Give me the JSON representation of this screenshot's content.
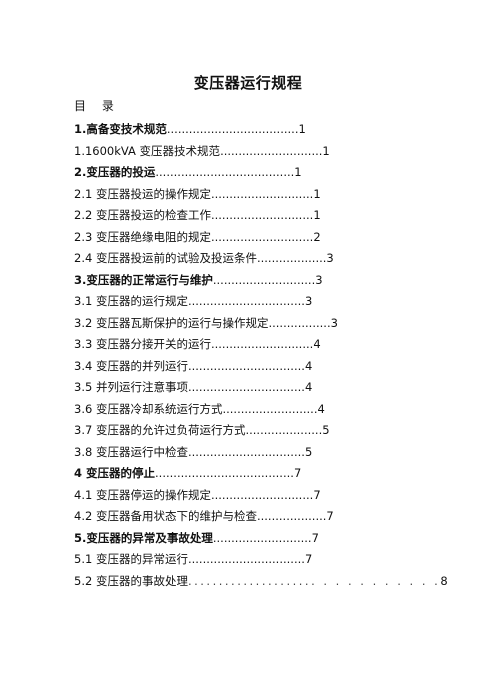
{
  "document": {
    "title": "变压器运行规程",
    "toc_heading": "目 录",
    "entries": [
      {
        "text": "1.高备变技术规范",
        "leader": "....................................",
        "page": "1",
        "major": true
      },
      {
        "text": "1.1600kVA 变压器技术规范",
        "leader": "............................",
        "page": "1",
        "major": false
      },
      {
        "text": "2.变压器的投运",
        "leader": "......................................",
        "page": "1",
        "major": true
      },
      {
        "text": "2.1 变压器投运的操作规定",
        "leader": "............................",
        "page": "1",
        "major": false
      },
      {
        "text": "2.2 变压器投运的检查工作",
        "leader": "............................",
        "page": "1",
        "major": false
      },
      {
        "text": "2.3 变压器绝缘电阻的规定",
        "leader": "............................",
        "page": "2",
        "major": false
      },
      {
        "text": "2.4 变压器投运前的试验及投运条件",
        "leader": "...................",
        "page": "3",
        "major": false
      },
      {
        "text": "3.变压器的正常运行与维护",
        "leader": "............................",
        "page": "3",
        "major": true
      },
      {
        "text": "3.1 变压器的运行规定",
        "leader": "................................",
        "page": "3",
        "major": false
      },
      {
        "text": "3.2 变压器瓦斯保护的运行与操作规定",
        "leader": ".................",
        "page": "3",
        "major": false
      },
      {
        "text": "3.3 变压器分接开关的运行",
        "leader": "............................",
        "page": "4",
        "major": false
      },
      {
        "text": "3.4 变压器的并列运行",
        "leader": "................................",
        "page": "4",
        "major": false
      },
      {
        "text": "3.5 并列运行注意事项",
        "leader": "................................",
        "page": "4",
        "major": false
      },
      {
        "text": "3.6 变压器冷却系统运行方式",
        "leader": "..........................",
        "page": "4",
        "major": false
      },
      {
        "text": "3.7 变压器的允许过负荷运行方式",
        "leader": ".....................",
        "page": "5",
        "major": false
      },
      {
        "text": "3.8 变压器运行中检查",
        "leader": "................................",
        "page": "5",
        "major": false
      },
      {
        "text": "4 变压器的停止",
        "leader": "......................................",
        "page": "7",
        "major": true
      },
      {
        "text": "4.1 变压器停运的操作规定",
        "leader": "............................",
        "page": "7",
        "major": false
      },
      {
        "text": "4.2 变压器备用状态下的维护与检查",
        "leader": "...................",
        "page": "7",
        "major": false
      },
      {
        "text": "5.变压器的异常及事故处理",
        "leader": "...........................",
        "page": "7",
        "major": true
      },
      {
        "text": "5.1 变压器的异常运行",
        "leader": "................................",
        "page": "7",
        "major": false
      },
      {
        "text": "5.2 变压器的事故处理",
        "leader": "..................... . . . . . . . . . .",
        "page": "8",
        "major": false
      }
    ]
  }
}
